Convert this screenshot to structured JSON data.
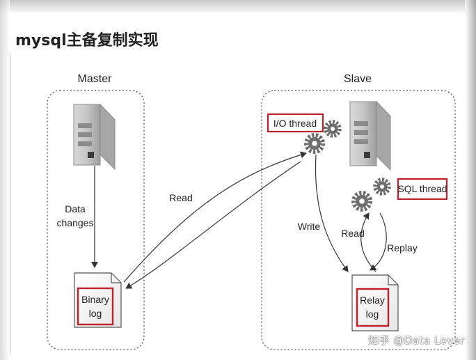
{
  "title": "mysql主备复制实现",
  "master": {
    "label": "Master",
    "data_changes_line1": "Data",
    "data_changes_line2": "changes",
    "binary_log_line1": "Binary",
    "binary_log_line2": "log"
  },
  "slave": {
    "label": "Slave",
    "io_thread": "I/O thread",
    "sql_thread": "SQL thread",
    "relay_log_line1": "Relay",
    "relay_log_line2": "log"
  },
  "arrows": {
    "read_master": "Read",
    "write": "Write",
    "read_slave": "Read",
    "replay": "Replay"
  },
  "watermark": "知乎 @Data Lover",
  "colors": {
    "highlight_box": "#c0202a",
    "server_body": "#b8b8b8"
  }
}
